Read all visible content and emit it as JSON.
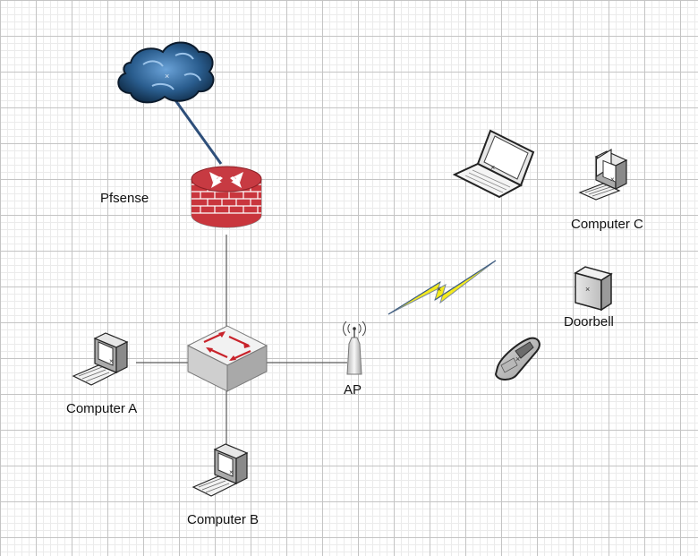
{
  "labels": {
    "pfsense": "Pfsense",
    "computer_a": "Computer A",
    "computer_b": "Computer B",
    "computer_c": "Computer C",
    "ap": "AP",
    "doorbell": "Doorbell"
  },
  "colors": {
    "link": "#5a5a5a",
    "uplink": "#2e4f7a",
    "router_brick": "#c9363d",
    "router_top": "#c73a42",
    "switch_arrow": "#c8232b",
    "wireless_bolt": "#f4ea1e",
    "cloud": "#2a5d8e"
  },
  "icons": [
    "internet-cloud-icon",
    "firewall-router-icon",
    "network-switch-icon",
    "access-point-icon",
    "wireless-link-icon",
    "laptop-icon",
    "desktop-computer-icon",
    "doorbell-device-icon",
    "mobile-phone-icon"
  ]
}
